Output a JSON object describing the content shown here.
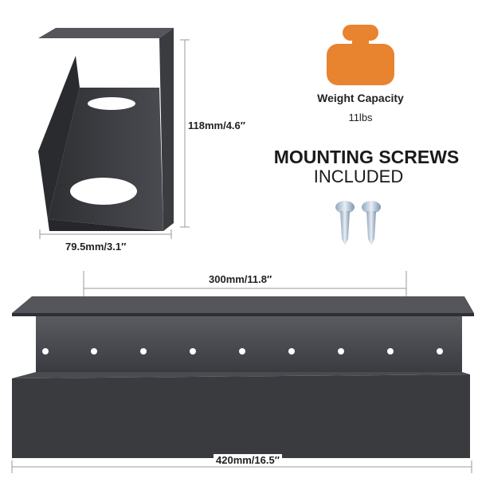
{
  "dimensions": {
    "height": "118mm/4.6″",
    "depth": "79.5mm/3.1″",
    "hole_spacing": "300mm/11.8″",
    "length": "420mm/16.5″"
  },
  "weight": {
    "icon": "weight-icon",
    "label": "Weight Capacity",
    "value": "11lbs",
    "color": "#E8832F"
  },
  "screws": {
    "title": "MOUNTING SCREWS",
    "subtitle": "INCLUDED",
    "icon": "screw-icon"
  }
}
